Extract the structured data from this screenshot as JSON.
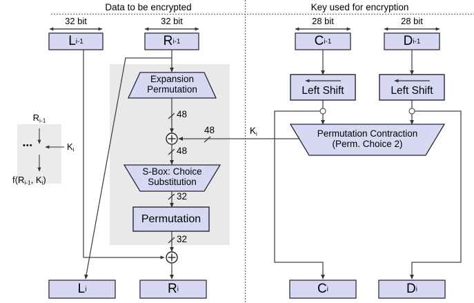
{
  "headers": {
    "left": "Data to be encrypted",
    "right": "Key used for encryption"
  },
  "widths": {
    "l_prev": "32 bit",
    "r_prev": "32 bit",
    "c_prev": "28 bit",
    "d_prev": "28 bit"
  },
  "registers": {
    "l_prev": {
      "base": "L",
      "sub": "i-1"
    },
    "r_prev": {
      "base": "R",
      "sub": "i-1"
    },
    "c_prev": {
      "base": "C",
      "sub": "i-1"
    },
    "d_prev": {
      "base": "D",
      "sub": "i-1"
    },
    "l_next": {
      "base": "L",
      "sub": "i"
    },
    "r_next": {
      "base": "R",
      "sub": "i"
    },
    "c_next": {
      "base": "C",
      "sub": "i"
    },
    "d_next": {
      "base": "D",
      "sub": "i"
    }
  },
  "blocks": {
    "expansion": {
      "line1": "Expansion",
      "line2": "Permutation"
    },
    "sbox": {
      "line1": "S-Box: Choice",
      "line2": "Substitution"
    },
    "permutation": {
      "label": "Permutation"
    },
    "left_shift_c": {
      "label": "Left Shift"
    },
    "left_shift_d": {
      "label": "Left Shift"
    },
    "perm_contraction": {
      "line1": "Permutation Contraction",
      "line2": "(Perm. Choice 2)"
    }
  },
  "bit_labels": {
    "expansion_out": "48",
    "key_in": "48",
    "xor_out": "48",
    "sbox_out": "32",
    "perm_out": "32"
  },
  "subkey": {
    "base": "K",
    "sub": "i"
  },
  "legend": {
    "input": {
      "base": "R",
      "sub": "i-1"
    },
    "key": {
      "base": "K",
      "sub": "i"
    },
    "output_prefix": "f(R",
    "output_sub1": "i-1",
    "output_mid": ", K",
    "output_sub2": "i",
    "output_suffix": ")",
    "dots": "•••"
  },
  "colors": {
    "block_fill": "#d8d8f2",
    "block_stroke": "#3a3a4a",
    "panel_fill": "#e9e9e9",
    "line": "#444444",
    "divider": "#555555",
    "text": "#000000"
  }
}
